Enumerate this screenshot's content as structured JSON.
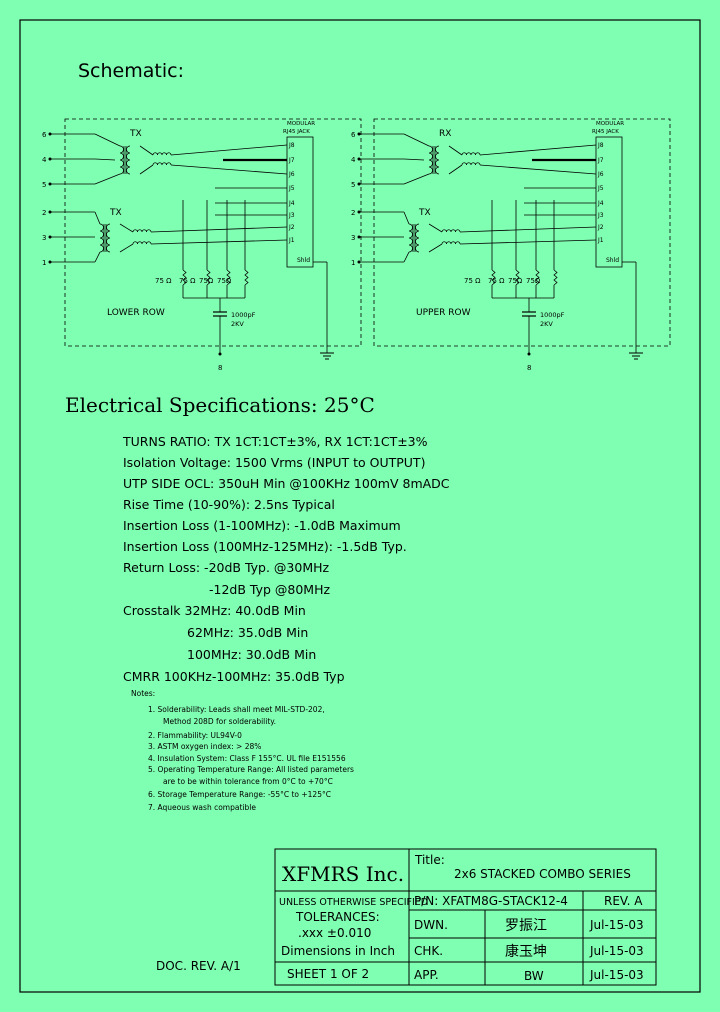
{
  "schematic_title": "Schematic:",
  "left_block": {
    "tx_top": "TX",
    "tx_bottom": "TX",
    "row_label": "LOWER ROW",
    "pins_left": [
      "6",
      "4",
      "5",
      "2",
      "3",
      "1"
    ],
    "cap_label_1": "1000pF",
    "cap_label_2": "2KV",
    "ground_pin": "8"
  },
  "right_block": {
    "tx_top": "RX",
    "tx_bottom": "TX",
    "row_label": "UPPER ROW",
    "pins_left": [
      "6",
      "4",
      "5",
      "2",
      "3",
      "1"
    ],
    "cap_label_1": "1000pF",
    "cap_label_2": "2KV",
    "ground_pin": "8"
  },
  "jack": {
    "header_1": "MODULAR",
    "header_2": "RJ45 JACK",
    "pins": [
      "J8",
      "J7",
      "J6",
      "J5",
      "J4",
      "J3",
      "J2",
      "J1"
    ],
    "shield": "Shld"
  },
  "resistors": [
    "75 Ω",
    "75 Ω",
    "75Ω",
    "75Ω"
  ],
  "spec_title": "Electrical Specifications: 25°C",
  "specs": [
    "TURNS RATIO: TX 1CT:1CT±3%, RX 1CT:1CT±3%",
    "Isolation Voltage:  1500 Vrms (INPUT to OUTPUT)",
    "UTP SIDE OCL: 350uH Min @100KHz 100mV 8mADC",
    "Rise Time (10-90%): 2.5ns Typical",
    "Insertion Loss (1-100MHz): -1.0dB Maximum",
    "Insertion Loss (100MHz-125MHz): -1.5dB Typ.",
    "Return Loss: -20dB Typ. @30MHz",
    "-12dB Typ @80MHz",
    "Crosstalk 32MHz: 40.0dB Min",
    "62MHz: 35.0dB Min",
    "100MHz: 30.0dB Min",
    "CMRR 100KHz-100MHz: 35.0dB Typ"
  ],
  "notes_title": "Notes:",
  "notes": [
    "1. Solderability: Leads shall meet MIL-STD-202,",
    "Method 208D for solderability.",
    "2. Flammability: UL94V-0",
    "3. ASTM oxygen index: > 28%",
    "4. Insulation System: Class F 155°C. UL file E151556",
    "5. Operating Temperature Range: All listed parameters",
    "are to be within tolerance from 0°C to +70°C",
    "6. Storage Temperature Range: -55°C to +125°C",
    "7. Aqueous wash compatible"
  ],
  "title_block": {
    "company": "XFMRS Inc.",
    "title_label": "Title:",
    "title": "2x6 STACKED COMBO SERIES",
    "unless": "UNLESS OTHERWISE SPECIFIED",
    "tolerances": "TOLERANCES:",
    "tol_value": ".xxx ±0.010",
    "dimensions": "Dimensions in Inch",
    "sheet": "SHEET  1  OF  2",
    "pn": "P/N: XFATM8G-STACK12-4",
    "rev": "REV. A",
    "dwn_label": "DWN.",
    "dwn_name": "罗振江",
    "dwn_date": "Jul-15-03",
    "chk_label": "CHK.",
    "chk_name": "康玉坤",
    "chk_date": "Jul-15-03",
    "app_label": "APP.",
    "app_name": "BW",
    "app_date": "Jul-15-03"
  },
  "doc_rev": "DOC. REV. A/1"
}
